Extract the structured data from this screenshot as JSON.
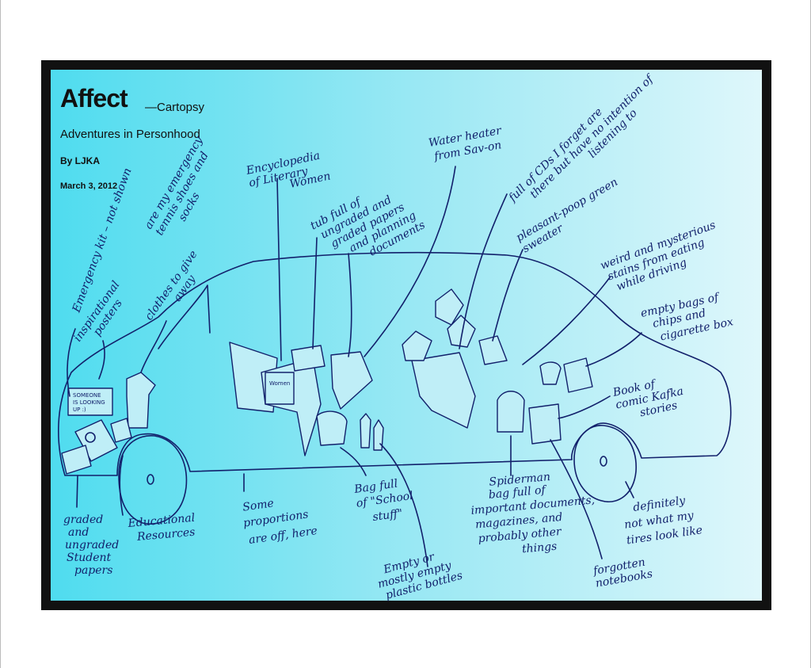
{
  "header": {
    "title": "Affect",
    "title_suffix": "—Cartopsy",
    "subtitle": "Adventures in Personhood",
    "author": "By LJKA",
    "date": "March 3, 2012"
  },
  "labels": {
    "emergency_kit": [
      "Emergency kit – not shown",
      "are my emergency",
      "tennis shoes and",
      "socks"
    ],
    "inspirational_posters": [
      "inspirational",
      "posters"
    ],
    "clothes": [
      "clothes to give",
      "away"
    ],
    "encyclopedia": [
      "Encyclopedia",
      "of Literary",
      "Women"
    ],
    "tub": [
      "tub full of",
      "ungraded and",
      "graded papers",
      "and planning",
      "documents"
    ],
    "water_heater": [
      "Water heater",
      "from Sav-on"
    ],
    "cds": [
      "full of CDs I forget are",
      "there but have no intention of",
      "listening to"
    ],
    "sweater": [
      "pleasant-poop green",
      "sweater"
    ],
    "stains": [
      "weird and mysterious",
      "stains from eating",
      "while driving"
    ],
    "chips": [
      "empty bags of",
      "chips and",
      "cigarette box"
    ],
    "kafka": [
      "Book of",
      "comic Kafka",
      "stories"
    ],
    "graded_papers": [
      "graded",
      "and",
      "ungraded",
      "Student",
      "papers"
    ],
    "educational": [
      "Educational",
      "Resources"
    ],
    "proportions": [
      "Some",
      "proportions",
      "are off, here"
    ],
    "school_bag": [
      "Bag full",
      "of \"School",
      "stuff\""
    ],
    "bottles": [
      "Empty or",
      "mostly empty",
      "plastic bottles"
    ],
    "spiderman": [
      "Spiderman",
      "bag full of",
      "important documents,",
      "magazines, and",
      "probably other",
      "things"
    ],
    "notebooks": [
      "forgotten",
      "notebooks"
    ],
    "tires": [
      "definitely",
      "not what my",
      "tires look like"
    ]
  },
  "drawing_text": {
    "poster_text": [
      "SOMEONE",
      "IS LOOKING",
      "UP :)"
    ],
    "book_text": "Women"
  }
}
